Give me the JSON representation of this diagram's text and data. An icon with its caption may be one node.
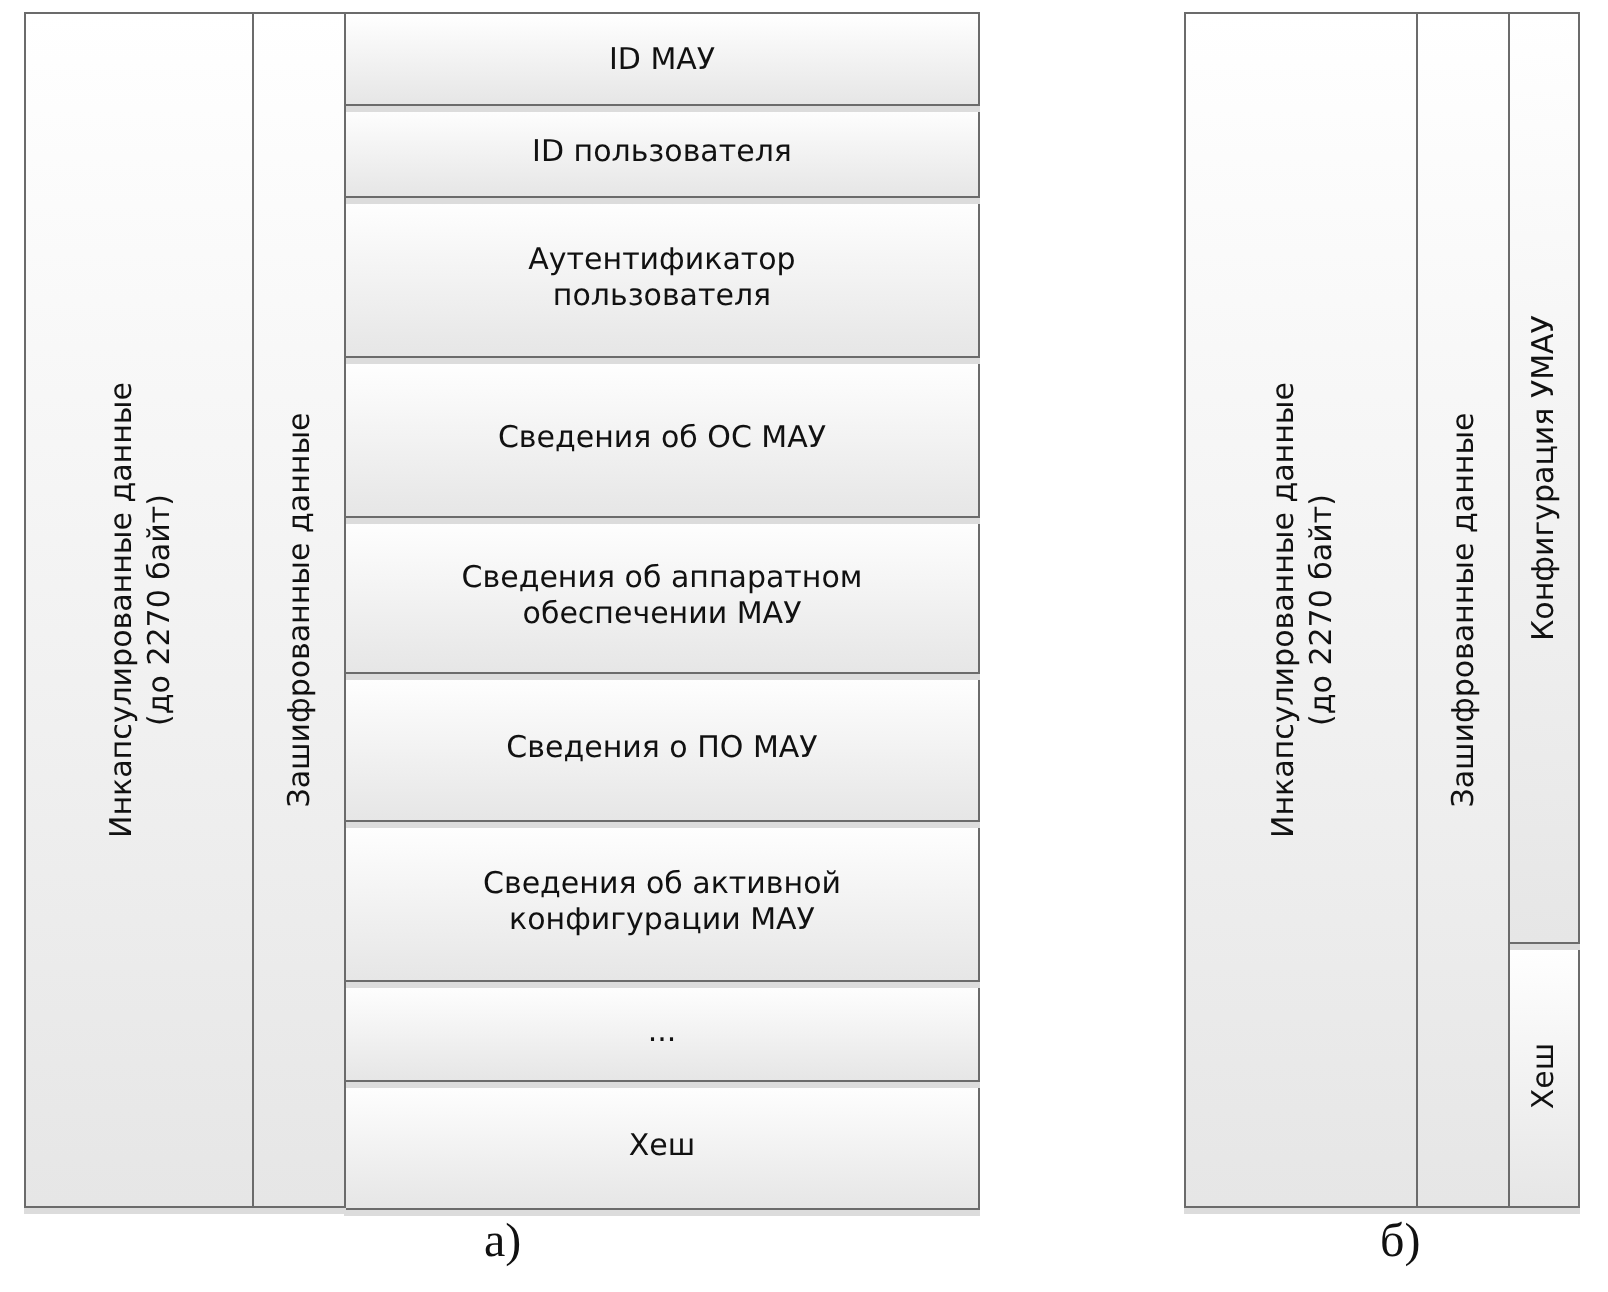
{
  "diagram": {
    "nodes": [
      {
        "text": [
          "Инкапсулированные данные (до 2270 байт)"
        ]
      },
      {
        "text": [
          "Зашифрованные данные"
        ]
      },
      {
        "text": [
          "ID МАУ"
        ]
      },
      {
        "text": [
          "ID пользователя"
        ]
      },
      {
        "text": [
          "Аутентификатор пользователя"
        ]
      },
      {
        "text": [
          "Сведения об ОС МАУ"
        ]
      },
      {
        "text": [
          "Сведения об аппаратном обеспечении МАУ"
        ]
      },
      {
        "text": [
          "Сведения о ПО МАУ"
        ]
      },
      {
        "text": [
          "Сведения об активной конфигурации МАУ"
        ]
      },
      {
        "text": [
          "..."
        ]
      },
      {
        "text": [
          "Хеш"
        ]
      },
      {
        "text": [
          "Инкапсулированные данные (до 2270 байт)"
        ]
      },
      {
        "text": [
          "Зашифрованные данные"
        ]
      },
      {
        "text": [
          "Конфигурация УМАУ"
        ]
      },
      {
        "text": [
          "Хеш"
        ]
      }
    ],
    "labels": [
      "а)",
      "б)"
    ]
  }
}
